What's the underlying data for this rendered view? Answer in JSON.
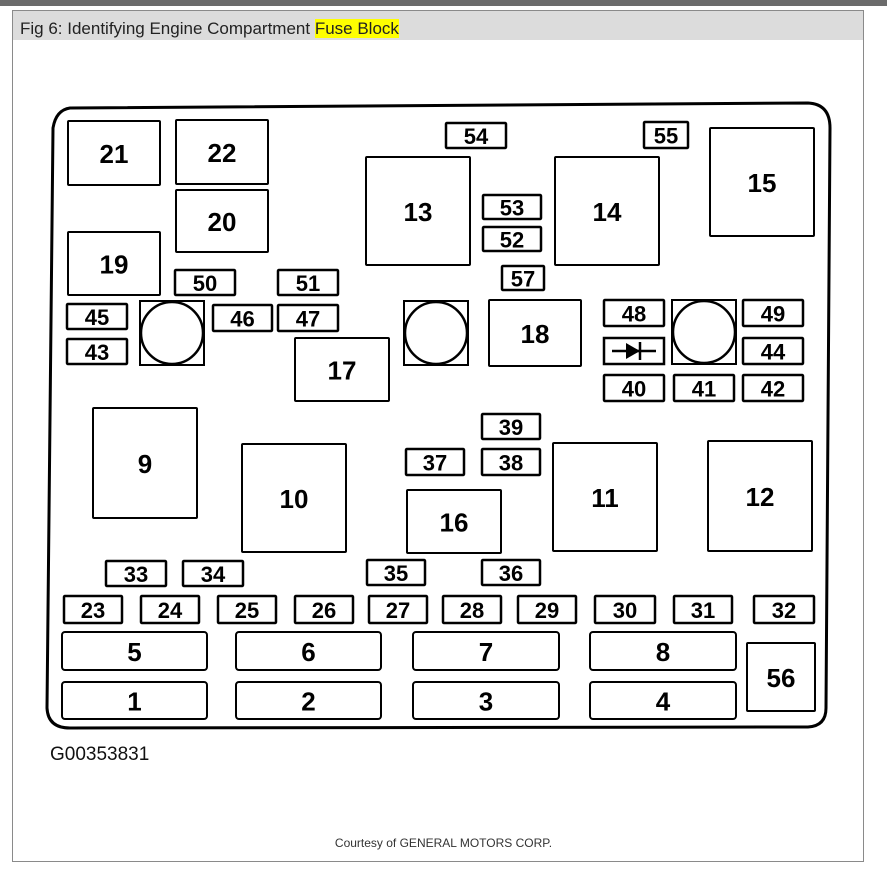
{
  "caption": {
    "prefix": "Fig 6: Identifying Engine Compartment ",
    "highlight": "Fuse Block",
    "highlight_color": "#ffff00"
  },
  "reference_code": "G00353831",
  "courtesy": "Courtesy of GENERAL MOTORS CORP.",
  "diode_symbol": "diode-icon",
  "components": [
    {
      "id": "21",
      "kind": "relay"
    },
    {
      "id": "22",
      "kind": "relay"
    },
    {
      "id": "20",
      "kind": "relay"
    },
    {
      "id": "19",
      "kind": "relay"
    },
    {
      "id": "13",
      "kind": "relay"
    },
    {
      "id": "14",
      "kind": "relay"
    },
    {
      "id": "15",
      "kind": "relay"
    },
    {
      "id": "54",
      "kind": "fuse"
    },
    {
      "id": "55",
      "kind": "fuse"
    },
    {
      "id": "53",
      "kind": "fuse"
    },
    {
      "id": "52",
      "kind": "fuse"
    },
    {
      "id": "57",
      "kind": "fuse"
    },
    {
      "id": "50",
      "kind": "fuse"
    },
    {
      "id": "51",
      "kind": "fuse"
    },
    {
      "id": "45",
      "kind": "fuse"
    },
    {
      "id": "43",
      "kind": "fuse"
    },
    {
      "id": "46",
      "kind": "fuse"
    },
    {
      "id": "47",
      "kind": "fuse"
    },
    {
      "id": "17",
      "kind": "relay"
    },
    {
      "id": "18",
      "kind": "relay"
    },
    {
      "id": "48",
      "kind": "fuse"
    },
    {
      "id": "49",
      "kind": "fuse"
    },
    {
      "id": "44",
      "kind": "fuse"
    },
    {
      "id": "40",
      "kind": "fuse"
    },
    {
      "id": "41",
      "kind": "fuse"
    },
    {
      "id": "42",
      "kind": "fuse"
    },
    {
      "id": "9",
      "kind": "relay"
    },
    {
      "id": "10",
      "kind": "relay"
    },
    {
      "id": "39",
      "kind": "fuse"
    },
    {
      "id": "37",
      "kind": "fuse"
    },
    {
      "id": "38",
      "kind": "fuse"
    },
    {
      "id": "16",
      "kind": "relay"
    },
    {
      "id": "11",
      "kind": "relay"
    },
    {
      "id": "12",
      "kind": "relay"
    },
    {
      "id": "33",
      "kind": "fuse"
    },
    {
      "id": "34",
      "kind": "fuse"
    },
    {
      "id": "35",
      "kind": "fuse"
    },
    {
      "id": "36",
      "kind": "fuse"
    },
    {
      "id": "23",
      "kind": "fuse"
    },
    {
      "id": "24",
      "kind": "fuse"
    },
    {
      "id": "25",
      "kind": "fuse"
    },
    {
      "id": "26",
      "kind": "fuse"
    },
    {
      "id": "27",
      "kind": "fuse"
    },
    {
      "id": "28",
      "kind": "fuse"
    },
    {
      "id": "29",
      "kind": "fuse"
    },
    {
      "id": "30",
      "kind": "fuse"
    },
    {
      "id": "31",
      "kind": "fuse"
    },
    {
      "id": "32",
      "kind": "fuse"
    },
    {
      "id": "5",
      "kind": "maxi"
    },
    {
      "id": "6",
      "kind": "maxi"
    },
    {
      "id": "7",
      "kind": "maxi"
    },
    {
      "id": "8",
      "kind": "maxi"
    },
    {
      "id": "1",
      "kind": "maxi"
    },
    {
      "id": "2",
      "kind": "maxi"
    },
    {
      "id": "3",
      "kind": "maxi"
    },
    {
      "id": "4",
      "kind": "maxi"
    },
    {
      "id": "56",
      "kind": "relay"
    }
  ]
}
